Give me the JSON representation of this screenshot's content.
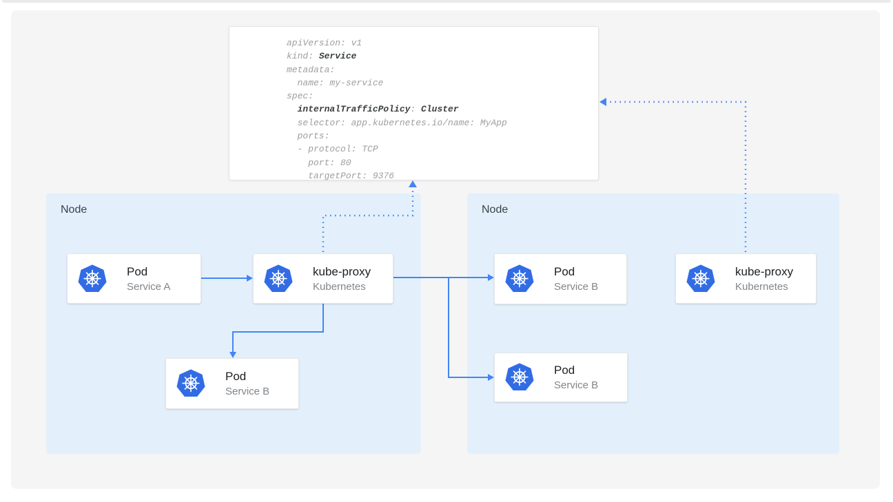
{
  "colors": {
    "accent_blue": "#4285f4",
    "k8s_blue": "#326ce5",
    "node_bg": "#e3f0fc",
    "panel_bg": "#f5f5f5",
    "yaml_gray": "#9e9e9e",
    "yaml_bold": "#3c4043",
    "title_color": "#202124",
    "subtitle_color": "#80868b",
    "node_label_color": "#3b4248"
  },
  "yaml": {
    "line1": "apiVersion: v1",
    "line2_pre": "kind: ",
    "line2_bold": "Service",
    "line3": "metadata:",
    "line4": "  name: my-service",
    "line5": "spec:",
    "line6_indent": "  ",
    "line6_bold1": "internalTrafficPolicy",
    "line6_sep": ": ",
    "line6_bold2": "Cluster",
    "line7": "  selector: app.kubernetes.io/name: MyApp",
    "line8": "  ports:",
    "line9": "  - protocol: TCP",
    "line10": "    port: 80",
    "line11": "    targetPort: 9376"
  },
  "nodes": {
    "left": {
      "label": "Node"
    },
    "right": {
      "label": "Node"
    }
  },
  "cards": {
    "pod_a": {
      "title": "Pod",
      "subtitle": "Service A"
    },
    "kube_proxy_left": {
      "title": "kube-proxy",
      "subtitle": "Kubernetes"
    },
    "pod_b_left": {
      "title": "Pod",
      "subtitle": "Service B"
    },
    "pod_b_top_right": {
      "title": "Pod",
      "subtitle": "Service B"
    },
    "pod_b_bottom_right": {
      "title": "Pod",
      "subtitle": "Service B"
    },
    "kube_proxy_right": {
      "title": "kube-proxy",
      "subtitle": "Kubernetes"
    }
  }
}
